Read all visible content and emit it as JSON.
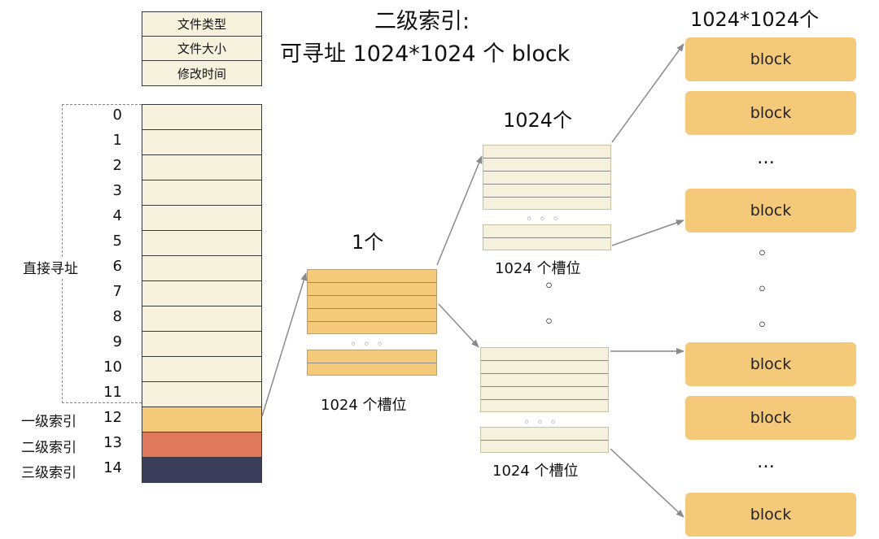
{
  "title_line1": "二级索引:",
  "title_line2": "可寻址 1024*1024 个 block",
  "inode": {
    "meta": [
      "文件类型",
      "文件大小",
      "修改时间"
    ],
    "indices": [
      "0",
      "1",
      "2",
      "3",
      "4",
      "5",
      "6",
      "7",
      "8",
      "9",
      "10",
      "11",
      "12",
      "13",
      "14"
    ],
    "direct_label": "直接寻址",
    "level_labels": [
      "一级索引",
      "二级索引",
      "三级索引"
    ],
    "colors": {
      "direct": "#f6f1dd",
      "level1": "#f4c97a",
      "level2": "#df7a5f",
      "level3": "#3b3f5c"
    }
  },
  "first_level": {
    "count_label": "1个",
    "caption": "1024 个槽位",
    "dots": "◦◦◦"
  },
  "second_level": {
    "count_label": "1024个",
    "caption_top": "1024 个槽位",
    "caption_bottom": "1024 个槽位",
    "dots": "◦◦◦",
    "vdots": [
      "◦",
      "◦"
    ]
  },
  "blocks": {
    "count_label": "1024*1024个",
    "labels": [
      "block",
      "block",
      "block",
      "block",
      "block",
      "block"
    ],
    "ellipsis": [
      "…",
      "…"
    ],
    "vdots": [
      "◦",
      "◦",
      "◦"
    ]
  }
}
